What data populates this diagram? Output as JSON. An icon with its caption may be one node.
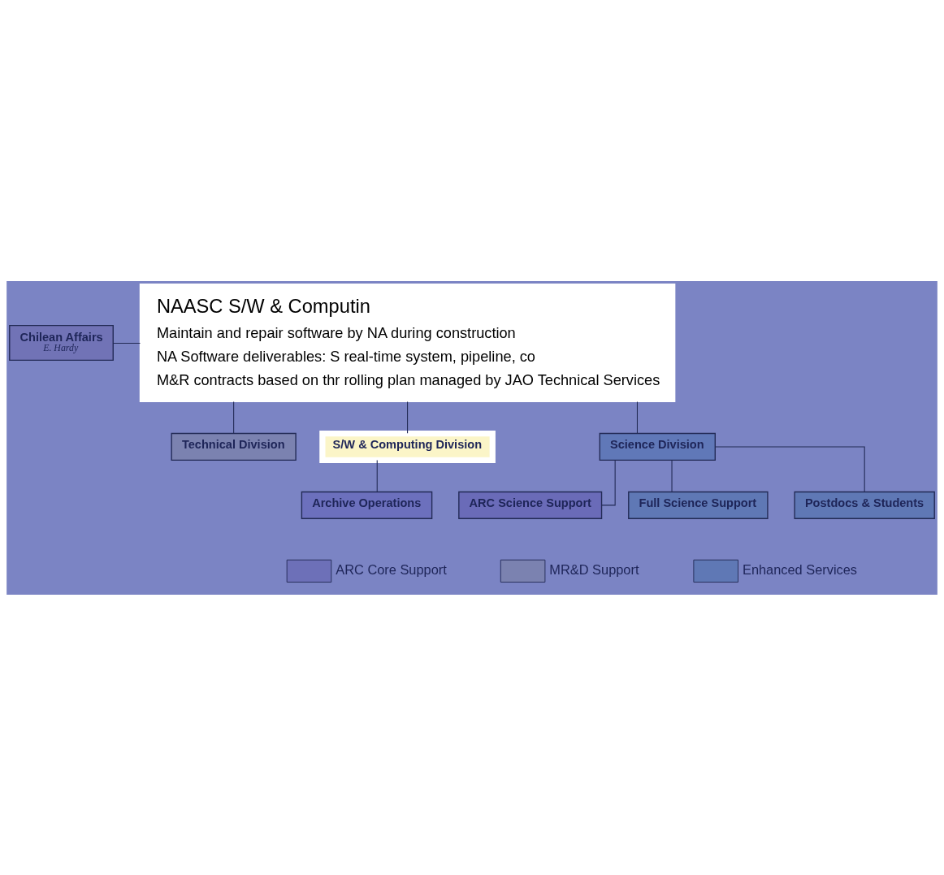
{
  "diagram": {
    "nodes": [
      {
        "text": [
          "NAASC S/W & Computin",
          "Maintain and repair software by NA during construction",
          "NA Software deliverables: S real-time system, pipeline, co",
          "M&R contracts based on thr rolling plan managed by JAO Technical Services"
        ]
      },
      {
        "text": [
          "Chilean Affairs",
          "E. Hardy"
        ]
      },
      {
        "text": [
          "Technical Division"
        ]
      },
      {
        "text": [
          "S/W & Computing Division"
        ]
      },
      {
        "text": [
          "Science Division"
        ]
      },
      {
        "text": [
          "Archive Operations"
        ]
      },
      {
        "text": [
          "ARC Science Support"
        ]
      },
      {
        "text": [
          "Full Science Support"
        ]
      },
      {
        "text": [
          "Postdocs & Students"
        ]
      }
    ],
    "edges": [
      {
        "from": 1,
        "to": 0,
        "arrow": "none"
      },
      {
        "from": 0,
        "to": 2,
        "arrow": "none"
      },
      {
        "from": 0,
        "to": 3,
        "arrow": "none"
      },
      {
        "from": 0,
        "to": 4,
        "arrow": "none"
      },
      {
        "from": 3,
        "to": 5,
        "arrow": "none"
      },
      {
        "from": 4,
        "to": 6,
        "arrow": "none"
      },
      {
        "from": 4,
        "to": 7,
        "arrow": "none"
      },
      {
        "from": 4,
        "to": 8,
        "arrow": "none"
      }
    ],
    "legend": [
      {
        "text": "ARC Core Support",
        "color": "#6d70b8"
      },
      {
        "text": "MR&D Support",
        "color": "#7b82b0"
      },
      {
        "text": "Enhanced Services",
        "color": "#5f78b5"
      }
    ]
  }
}
